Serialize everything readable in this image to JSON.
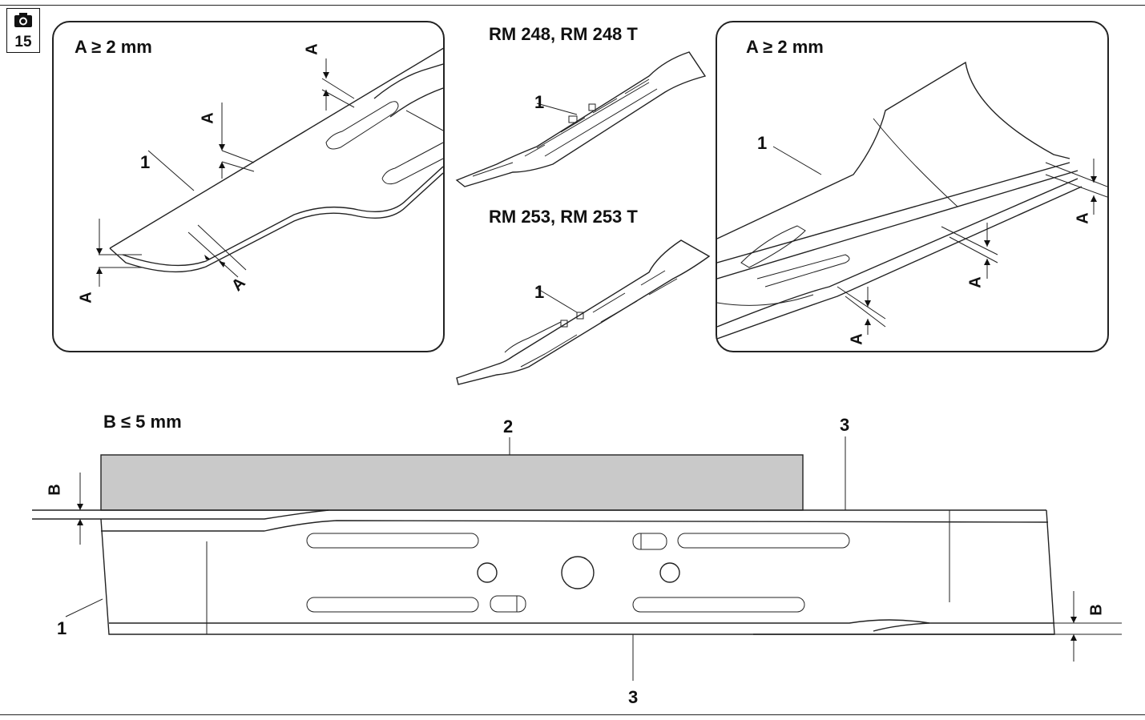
{
  "figure": {
    "number": "15",
    "icon": "camera-icon"
  },
  "panel_left": {
    "spec": "A ≥ 2 mm",
    "part_label": "1",
    "measure_label": "A"
  },
  "panel_right": {
    "spec": "A ≥ 2 mm",
    "part_label": "1",
    "measure_label": "A"
  },
  "models": [
    {
      "title": "RM 248, RM 248 T",
      "part_label": "1"
    },
    {
      "title": "RM 253, RM 253 T",
      "part_label": "1"
    }
  ],
  "bottom": {
    "spec": "B ≤ 5 mm",
    "straightedge_label": "2",
    "edge_label_top": "3",
    "edge_label_bottom": "3",
    "blade_label": "1",
    "measure_label": "B"
  },
  "colors": {
    "straightedge_fill": "#c9c9c9",
    "line": "#222222"
  }
}
